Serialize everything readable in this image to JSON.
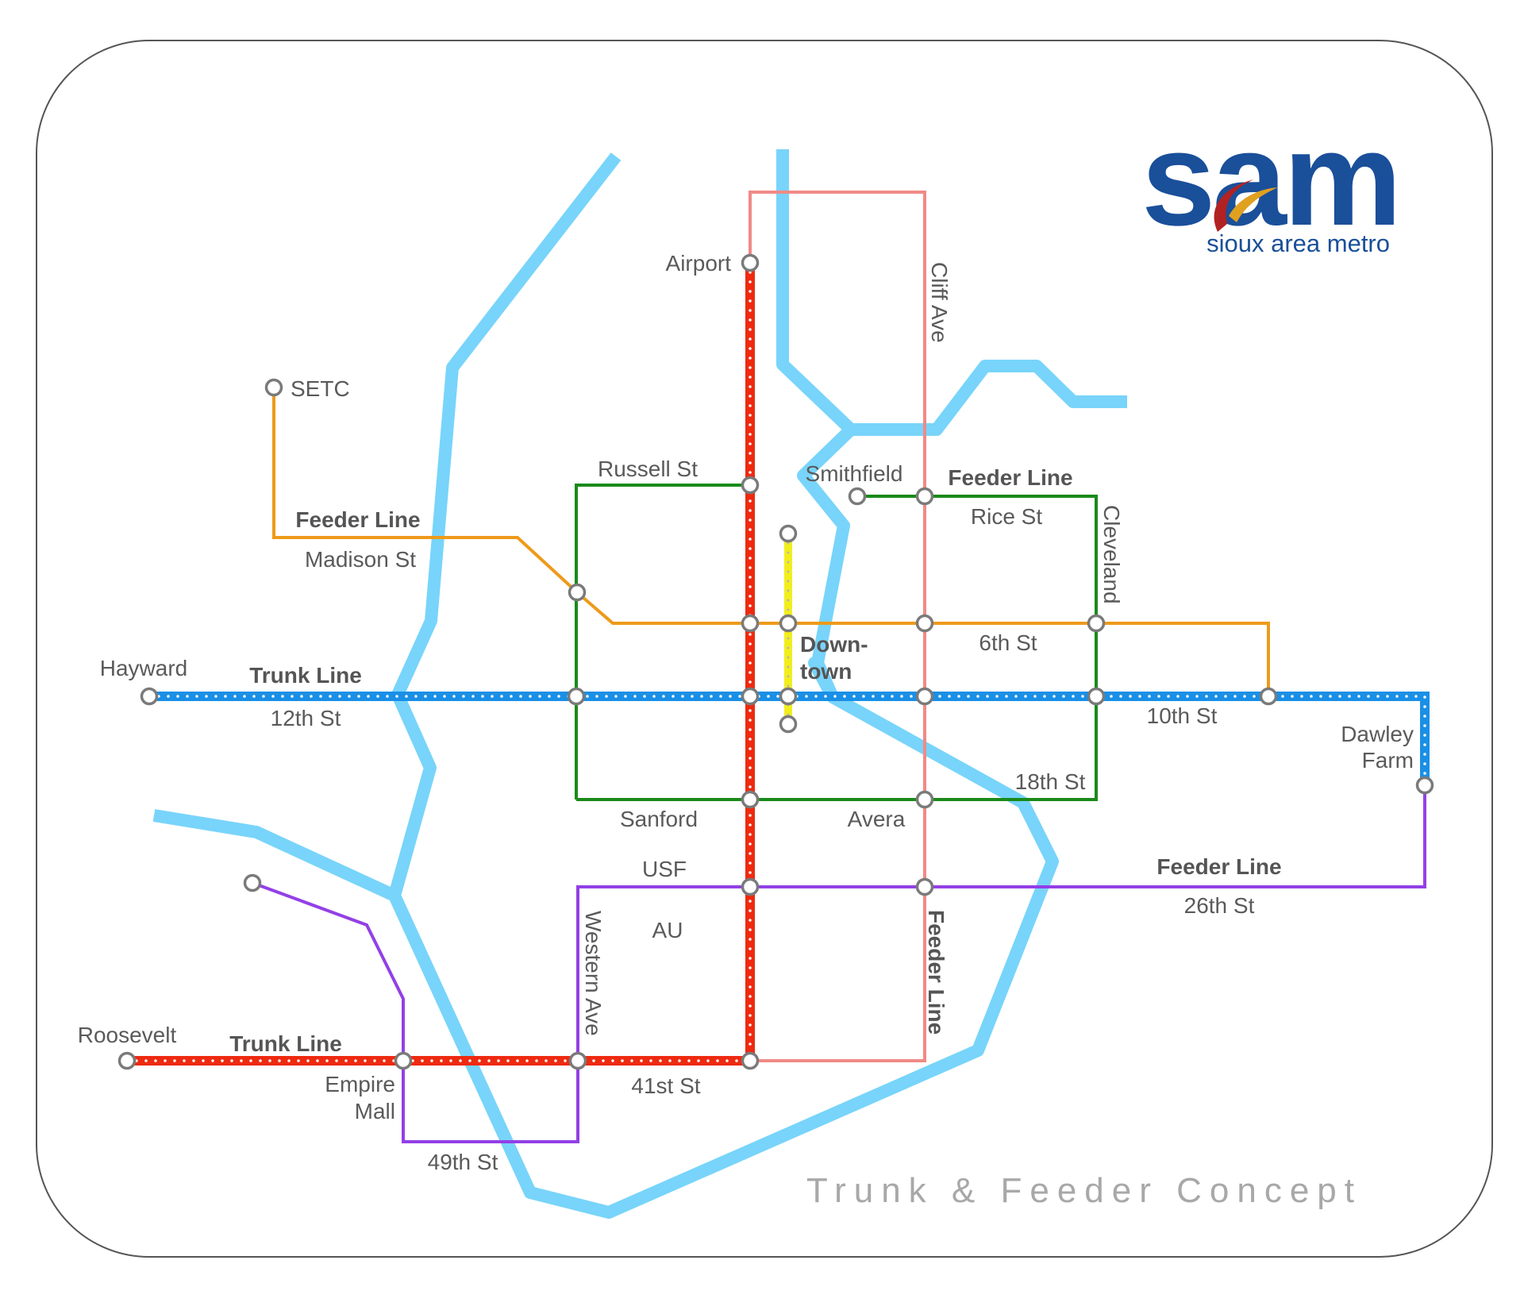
{
  "logo": {
    "wordmark": "sam",
    "tagline": "sioux area metro"
  },
  "map_title": "Trunk & Feeder Concept",
  "colors": {
    "river": "#78d4fa",
    "red_trunk": "#ee2a10",
    "blue_trunk": "#1a8fe6",
    "yellow_downtown": "#f2ee1c",
    "green_feeder": "#1a8a1a",
    "orange_feeder": "#ee9a1a",
    "purple_feeder": "#9340e6",
    "pink_feeder": "#f08a86",
    "logo_blue": "#1a4f9a",
    "station_outline": "#7a7a7a"
  },
  "stations": {
    "airport": "Airport",
    "setc": "SETC",
    "russell": "Russell St",
    "smithfield": "Smithfield",
    "hayward": "Hayward",
    "downtown_1": "Down-",
    "downtown_2": "town",
    "dawley_1": "Dawley",
    "dawley_2": "Farm",
    "sanford": "Sanford",
    "avera": "Avera",
    "usf": "USF",
    "au": "AU",
    "roosevelt": "Roosevelt",
    "empire_1": "Empire",
    "empire_2": "Mall"
  },
  "streets": {
    "cliff_ave": "Cliff Ave",
    "rice_st": "Rice St",
    "cleveland": "Cleveland",
    "madison_st": "Madison St",
    "sixth_st": "6th St",
    "twelfth_st": "12th St",
    "tenth_st": "10th St",
    "eighteenth_st": "18th St",
    "twentysixth_st": "26th St",
    "western_ave": "Western Ave",
    "fortyfirst_st": "41st St",
    "fortyninth_st": "49th St"
  },
  "line_labels": {
    "feeder_northwest": "Feeder Line",
    "feeder_northeast": "Feeder Line",
    "feeder_south": "Feeder Line",
    "feeder_vertical": "Feeder Line",
    "trunk_west": "Trunk Line",
    "trunk_southwest": "Trunk Line"
  }
}
